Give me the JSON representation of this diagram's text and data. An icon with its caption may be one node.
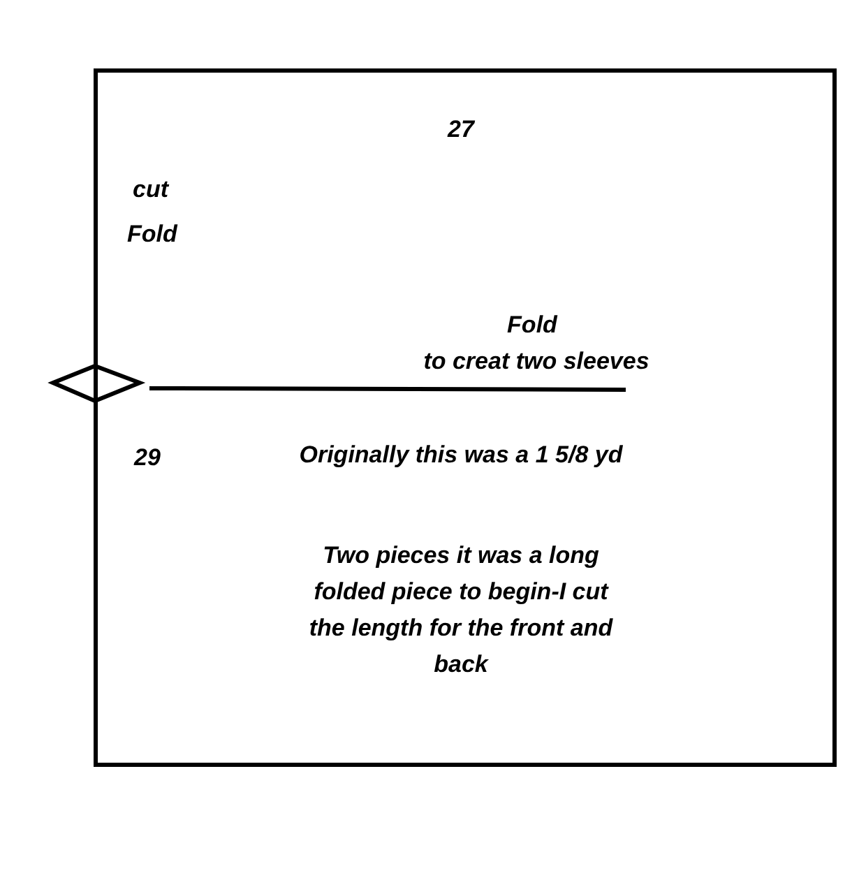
{
  "diagram": {
    "labels": [
      "27",
      "cut",
      "Fold",
      "Fold",
      "to creat two sleeves",
      "29",
      "Originally this was a 1 5/8 yd",
      "Two pieces it was a long folded piece to begin-I cut the length for the front and back"
    ]
  }
}
